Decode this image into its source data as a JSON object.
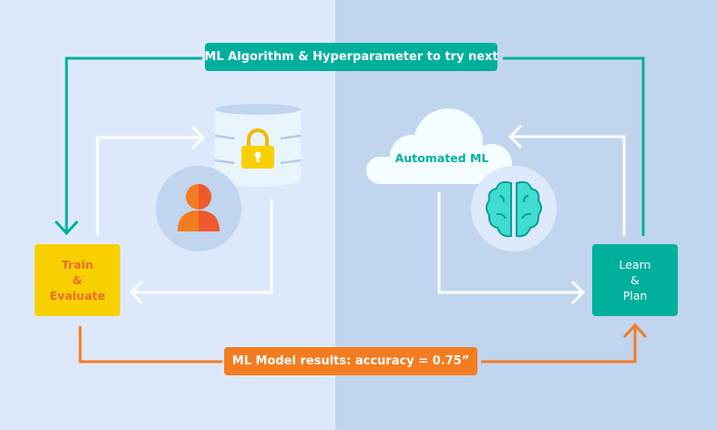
{
  "top_label": "ML Algorithm & Hyperparameter to try next",
  "bottom_label": "ML Model results: accuracy = 0.75”",
  "train_box": {
    "line1": "Train",
    "line2": "&",
    "line3": "Evaluate"
  },
  "learn_box": {
    "line1": "Learn",
    "line2": "&",
    "line3": "Plan"
  },
  "cloud_label": "Automated ML",
  "colors": {
    "teal": "#00b09c",
    "orange": "#f47c20",
    "yellow": "#f8d000",
    "left_bg": "#dde9fb",
    "right_bg": "#c1d5ef",
    "train_text": "#ef6b2d"
  }
}
